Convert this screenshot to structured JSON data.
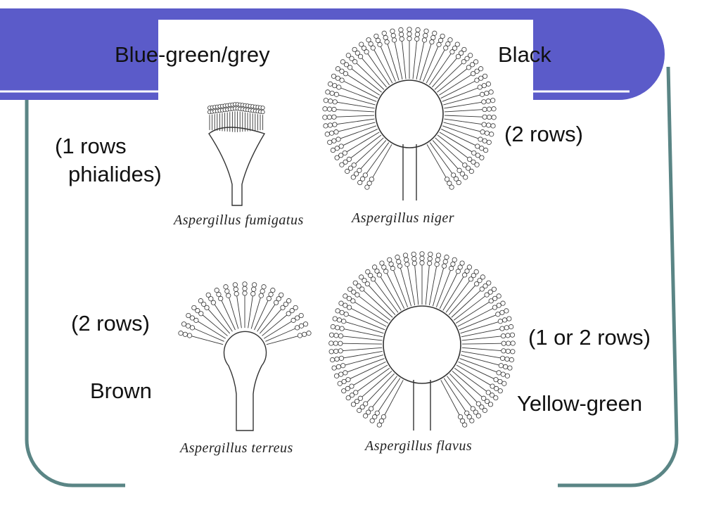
{
  "colors": {
    "header_band": "#5b5bc9",
    "frame": "#5a8585",
    "ink": "#222222",
    "background": "#ffffff"
  },
  "diagrams": [
    {
      "species": "Aspergillus fumigatus",
      "color_label": "Blue-green/grey",
      "rows_label_line1": "(1 rows",
      "rows_label_line2": "phialides)"
    },
    {
      "species": "Aspergillus niger",
      "color_label": "Black",
      "rows_label": "(2 rows)"
    },
    {
      "species": "Aspergillus terreus",
      "color_label": "Brown",
      "rows_label": "(2 rows)"
    },
    {
      "species": "Aspergillus flavus",
      "color_label": "Yellow-green",
      "rows_label": "(1 or 2 rows)"
    }
  ]
}
